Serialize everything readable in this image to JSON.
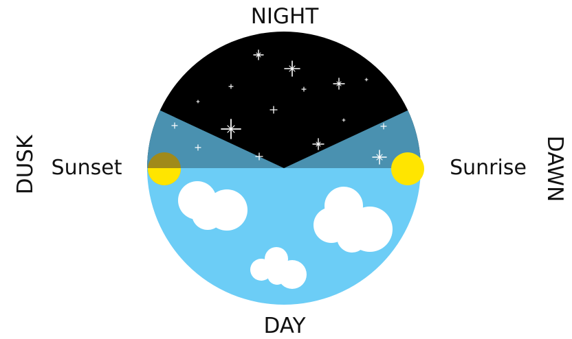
{
  "labels": {
    "night": "NIGHT",
    "day": "DAY",
    "dusk": "DUSK",
    "dawn": "DAWN",
    "sunset": "Sunset",
    "sunrise": "Sunrise"
  },
  "colors": {
    "night": "#000000",
    "twilight": "#4a91b0",
    "day_sky": "#6ccdf6",
    "sun": "#ffe500",
    "cloud": "#ffffff",
    "star": "#ffffff"
  },
  "icons": {
    "sun": "sun-icon",
    "star": "star-icon",
    "cloud": "cloud-icon"
  }
}
